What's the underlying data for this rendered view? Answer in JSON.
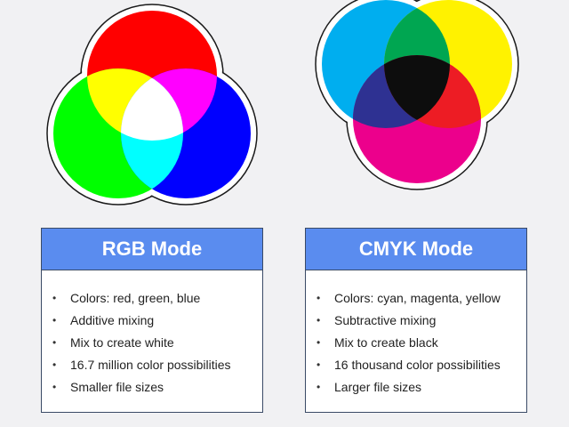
{
  "rgb": {
    "title": "RGB Mode",
    "items": [
      "Colors: red, green, blue",
      "Additive mixing",
      "Mix to create white",
      "16.7 million color possibilities",
      "Smaller file sizes"
    ],
    "colors": {
      "red": "#ff0000",
      "green": "#00ff00",
      "blue": "#0000ff",
      "yellow": "#ffff00",
      "magenta": "#ff00ff",
      "cyan": "#00ffff",
      "white": "#ffffff"
    }
  },
  "cmyk": {
    "title": "CMYK Mode",
    "items": [
      "Colors: cyan, magenta, yellow",
      "Subtractive mixing",
      "Mix to create black",
      "16 thousand color possibilities",
      "Larger file sizes"
    ],
    "colors": {
      "cyan": "#00aeef",
      "magenta": "#ec008c",
      "yellow": "#fff200",
      "green": "#00a651",
      "red": "#ed1c24",
      "blue": "#2e3192",
      "black": "#0d0d0d"
    }
  },
  "style": {
    "header_color": "#5a8cef",
    "background": "#f1f1f3"
  }
}
